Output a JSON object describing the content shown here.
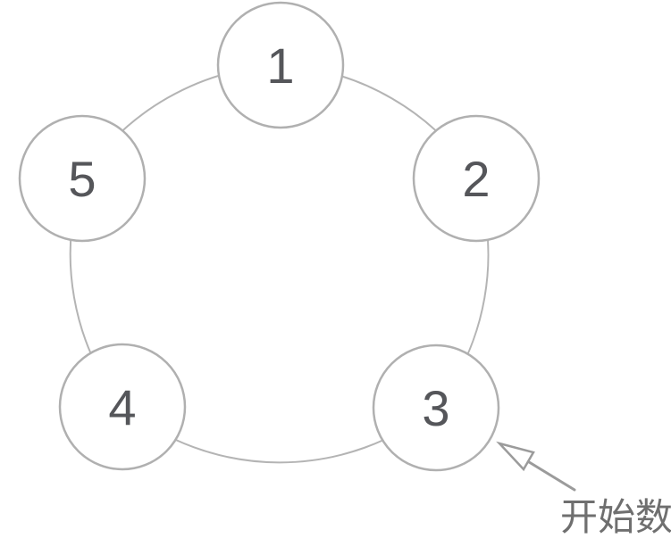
{
  "diagram": {
    "nodes": [
      {
        "label": "1"
      },
      {
        "label": "2"
      },
      {
        "label": "3"
      },
      {
        "label": "4"
      },
      {
        "label": "5"
      }
    ],
    "annotation": {
      "label": "开始数"
    },
    "colors": {
      "background": "#ffffff",
      "ring_stroke": "#b4b4b4",
      "circle_stroke": "#b0b0b0",
      "circle_fill": "#ffffff",
      "number_text": "#55565a",
      "arrow": "#9b9b9b",
      "annotation_text": "#6f6f6f"
    }
  }
}
